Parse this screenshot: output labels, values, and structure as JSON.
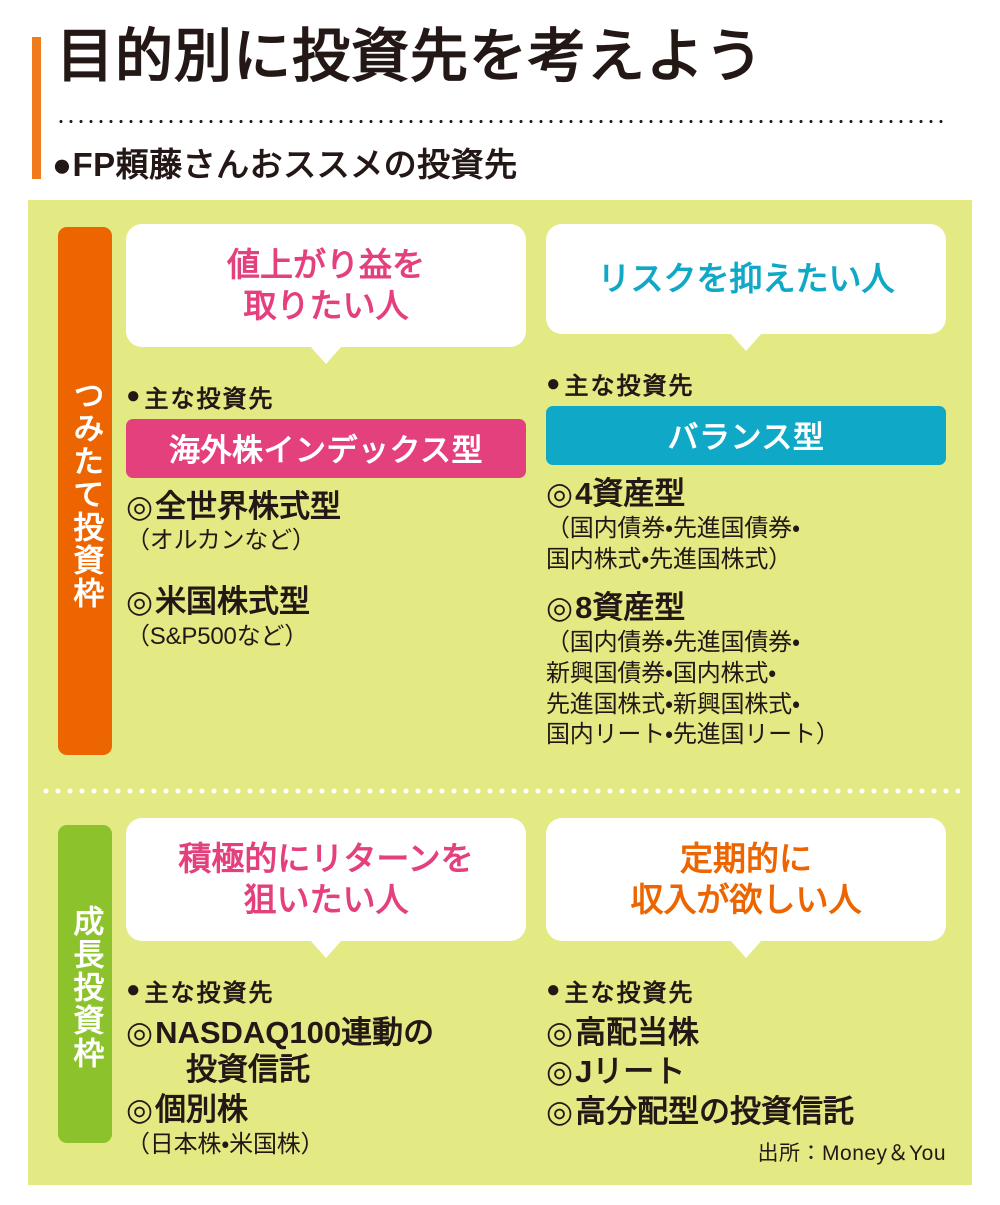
{
  "header": {
    "title": "目的別に投資先を考えよう",
    "subtitle_marker": "●",
    "subtitle": "FP頼藤さんおススメの投資先"
  },
  "panel": {
    "sections": [
      {
        "tab_label": "つみたて投資枠",
        "tab_color": "#EC6500",
        "columns": [
          {
            "bubble": "値上がり益を\n取りたい人",
            "bubble_color": "#E5407E",
            "lead_marker": "●",
            "lead": "主な投資先",
            "category_bar": "海外株インデックス型",
            "category_color": "#E5407E",
            "items": [
              {
                "bullet": "◎",
                "main": "全世界株式型",
                "sub": "（オルカンなど）"
              },
              {
                "bullet": "◎",
                "main": "米国株式型",
                "sub": "（S&P500など）"
              }
            ]
          },
          {
            "bubble": "リスクを抑えたい人",
            "bubble_color": "#0FA8C6",
            "lead_marker": "●",
            "lead": "主な投資先",
            "category_bar": "バランス型",
            "category_color": "#0FA8C6",
            "items": [
              {
                "bullet": "◎",
                "main": "4資産型",
                "sub": "（国内債券・先進国債券・\n国内株式・先進国株式）"
              },
              {
                "bullet": "◎",
                "main": "8資産型",
                "sub": "（国内債券・先進国債券・\n新興国債券・国内株式・\n先進国株式・新興国株式・\n国内リート・先進国リート）"
              }
            ]
          }
        ]
      },
      {
        "tab_label": "成長投資枠",
        "tab_color": "#8CC22B",
        "columns": [
          {
            "bubble": "積極的にリターンを\n狙いたい人",
            "bubble_color": "#E5407E",
            "lead_marker": "●",
            "lead": "主な投資先",
            "category_bar": "",
            "category_color": "",
            "items": [
              {
                "bullet": "◎",
                "main": "NASDAQ100連動の\n　投資信託",
                "sub": ""
              },
              {
                "bullet": "◎",
                "main": "個別株",
                "sub": "（日本株・米国株）"
              }
            ]
          },
          {
            "bubble": "定期的に\n収入が欲しい人",
            "bubble_color": "#EC6500",
            "lead_marker": "●",
            "lead": "主な投資先",
            "category_bar": "",
            "category_color": "",
            "items": [
              {
                "bullet": "◎",
                "main": "高配当株",
                "sub": ""
              },
              {
                "bullet": "◎",
                "main": "Jリート",
                "sub": ""
              },
              {
                "bullet": "◎",
                "main": "高分配型の投資信託",
                "sub": ""
              }
            ]
          }
        ]
      }
    ]
  },
  "source": "出所：Money＆You",
  "colors": {
    "background": "#E3E983",
    "accent_orange": "#F07B1D",
    "tab_orange": "#EC6500",
    "tab_green": "#8CC22B",
    "pink": "#E5407E",
    "cyan": "#0FA8C6",
    "text": "#231815",
    "white": "#FFFFFF"
  }
}
